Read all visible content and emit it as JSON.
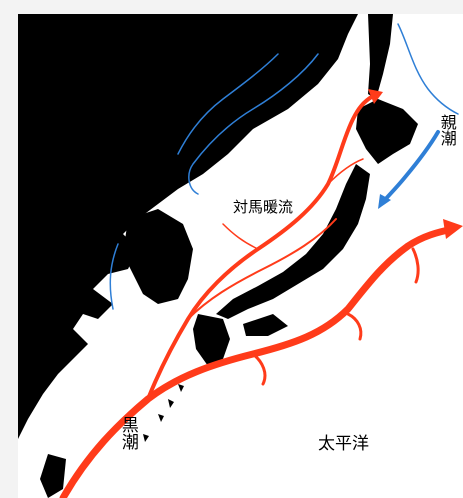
{
  "map": {
    "labels": {
      "tsushima": "対馬暖流",
      "oyashio": "親潮",
      "kuroshio": "黒潮",
      "pacific": "太平洋"
    },
    "colors": {
      "land": "#000000",
      "sea": "#ffffff",
      "warm_current": "#ff3b1a",
      "cold_current": "#2f7fd6",
      "frame": "#f3f3f3"
    }
  }
}
